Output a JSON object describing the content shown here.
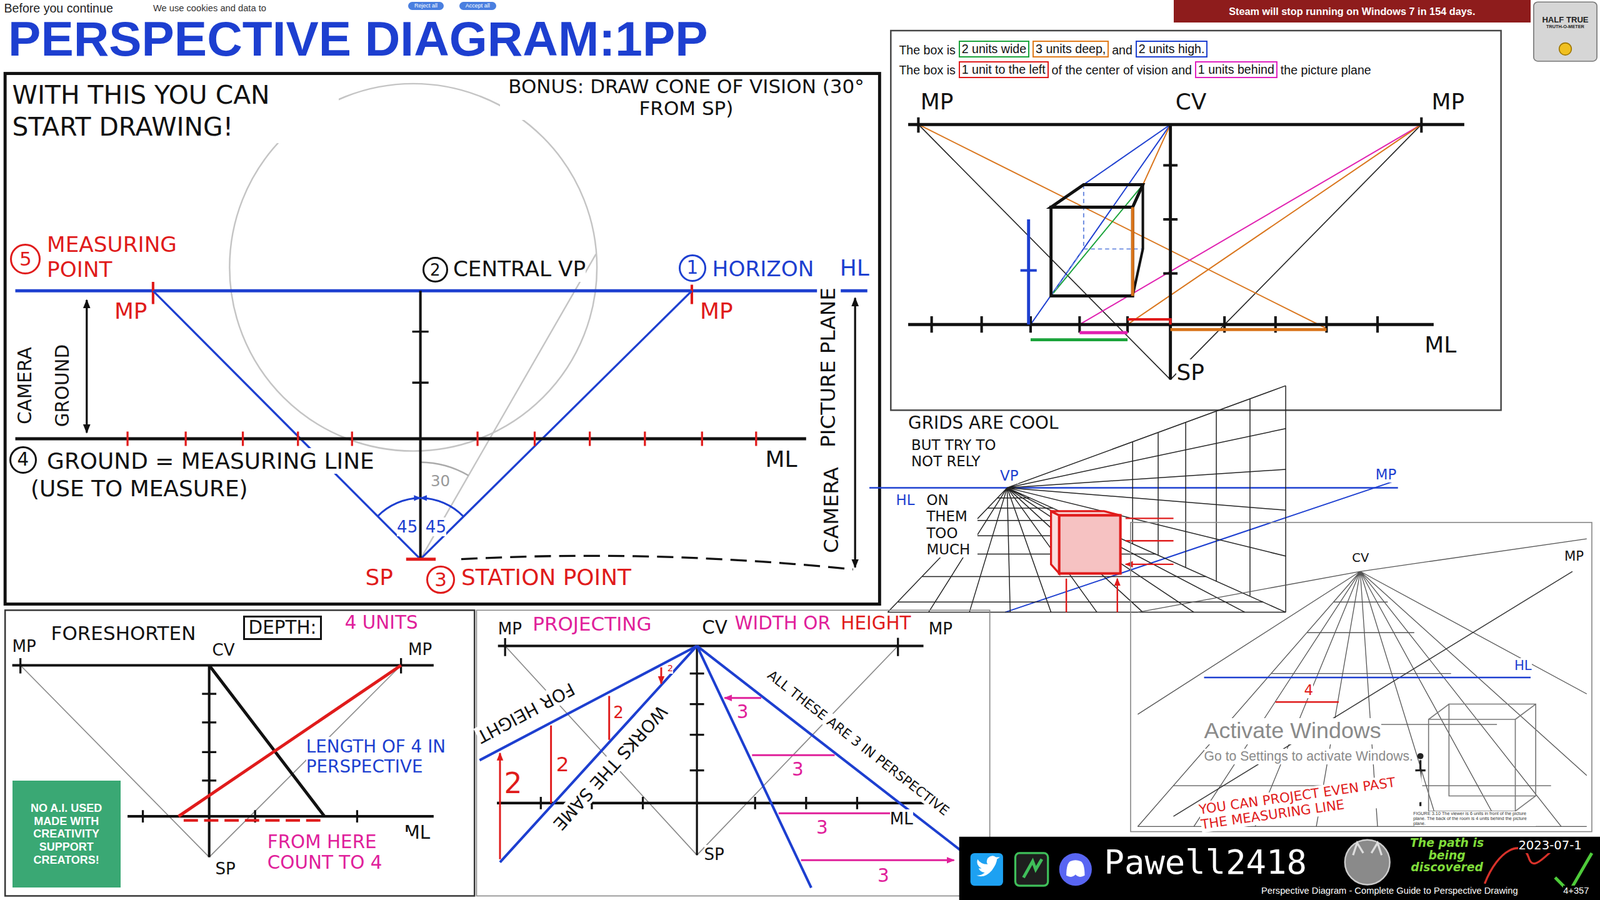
{
  "diagram": {
    "title": "PERSPECTIVE DIAGRAM:1PP",
    "nodes": [
      {
        "text": [
          "Reject all"
        ]
      },
      {
        "text": [
          "Accept all"
        ]
      },
      {
        "text": [
          "Steam will stop running on Windows 7 in 154 days."
        ]
      },
      {
        "text": [
          "HALF TRUE",
          "TRUTH-O-METER"
        ]
      },
      {
        "text": [
          "5"
        ]
      },
      {
        "text": [
          "2"
        ]
      },
      {
        "text": [
          "1"
        ]
      },
      {
        "text": [
          "4"
        ]
      },
      {
        "text": [
          "3"
        ]
      },
      {
        "text": [
          "2 units wide"
        ]
      },
      {
        "text": [
          "3 units deep,"
        ]
      },
      {
        "text": [
          "2 units high."
        ]
      },
      {
        "text": [
          "1 unit to the left"
        ]
      },
      {
        "text": [
          "1 units behind"
        ]
      },
      {
        "text": [
          "DEPTH:"
        ]
      },
      {
        "text": [
          "NO A.I. USED",
          "MADE WITH CREATIVITY",
          "SUPPORT CREATORS!"
        ]
      }
    ],
    "labels": [
      "Before you continue",
      "We use cookies and data to",
      "WITH THIS YOU CAN START DRAWING!",
      "BONUS: DRAW CONE OF VISION (30° FROM SP)",
      "MEASURING POINT",
      "MP",
      "CENTRAL VP",
      "HORIZON",
      "HL",
      "MP",
      "PICTURE PLANE",
      "CAMERA",
      "CAMERA",
      "GROUND",
      "GROUND = MEASURING LINE",
      "(USE TO MEASURE)",
      "ML",
      "30",
      "45",
      "45",
      "SP",
      "STATION POINT",
      "The box is",
      "and",
      "The box is",
      "of the center of vision and",
      "the picture plane",
      "MP",
      "CV",
      "MP",
      "ML",
      "SP",
      "GRIDS ARE COOL",
      "BUT TRY TO NOT RELY",
      "VP",
      "MP",
      "HL",
      "ON THEM TOO MUCH",
      "CV",
      "MP",
      "HL",
      "4",
      "Activate Windows",
      "Go to Settings to activate Windows.",
      "YOU CAN PROJECT EVEN PAST THE MEASURING LINE",
      "FIGURE 3.10 The viewer is 6 units in front of the picture plane. The back of the room is 4 units behind the picture plane.",
      "MP",
      "FORESHORTEN",
      "CV",
      "4 UNITS",
      "MP",
      "LENGTH OF 4 IN PERSPECTIVE",
      "ML",
      "SP",
      "FROM HERE COUNT TO 4",
      "MP",
      "PROJECTING",
      "CV",
      "WIDTH OR",
      "HEIGHT",
      "MP",
      "FOR HEIGHT",
      "WORKS THE SAME",
      "2",
      "2",
      "2",
      "2",
      "ALL THESE ARE 3 IN PERSPECTIVE",
      "ML",
      "SP",
      "3",
      "3",
      "3",
      "3",
      "Pawell2418",
      "The path is being discovered",
      "2023-07-1",
      "Perspective Diagram - Complete Guide to Perspective Drawing",
      "4+357"
    ]
  }
}
